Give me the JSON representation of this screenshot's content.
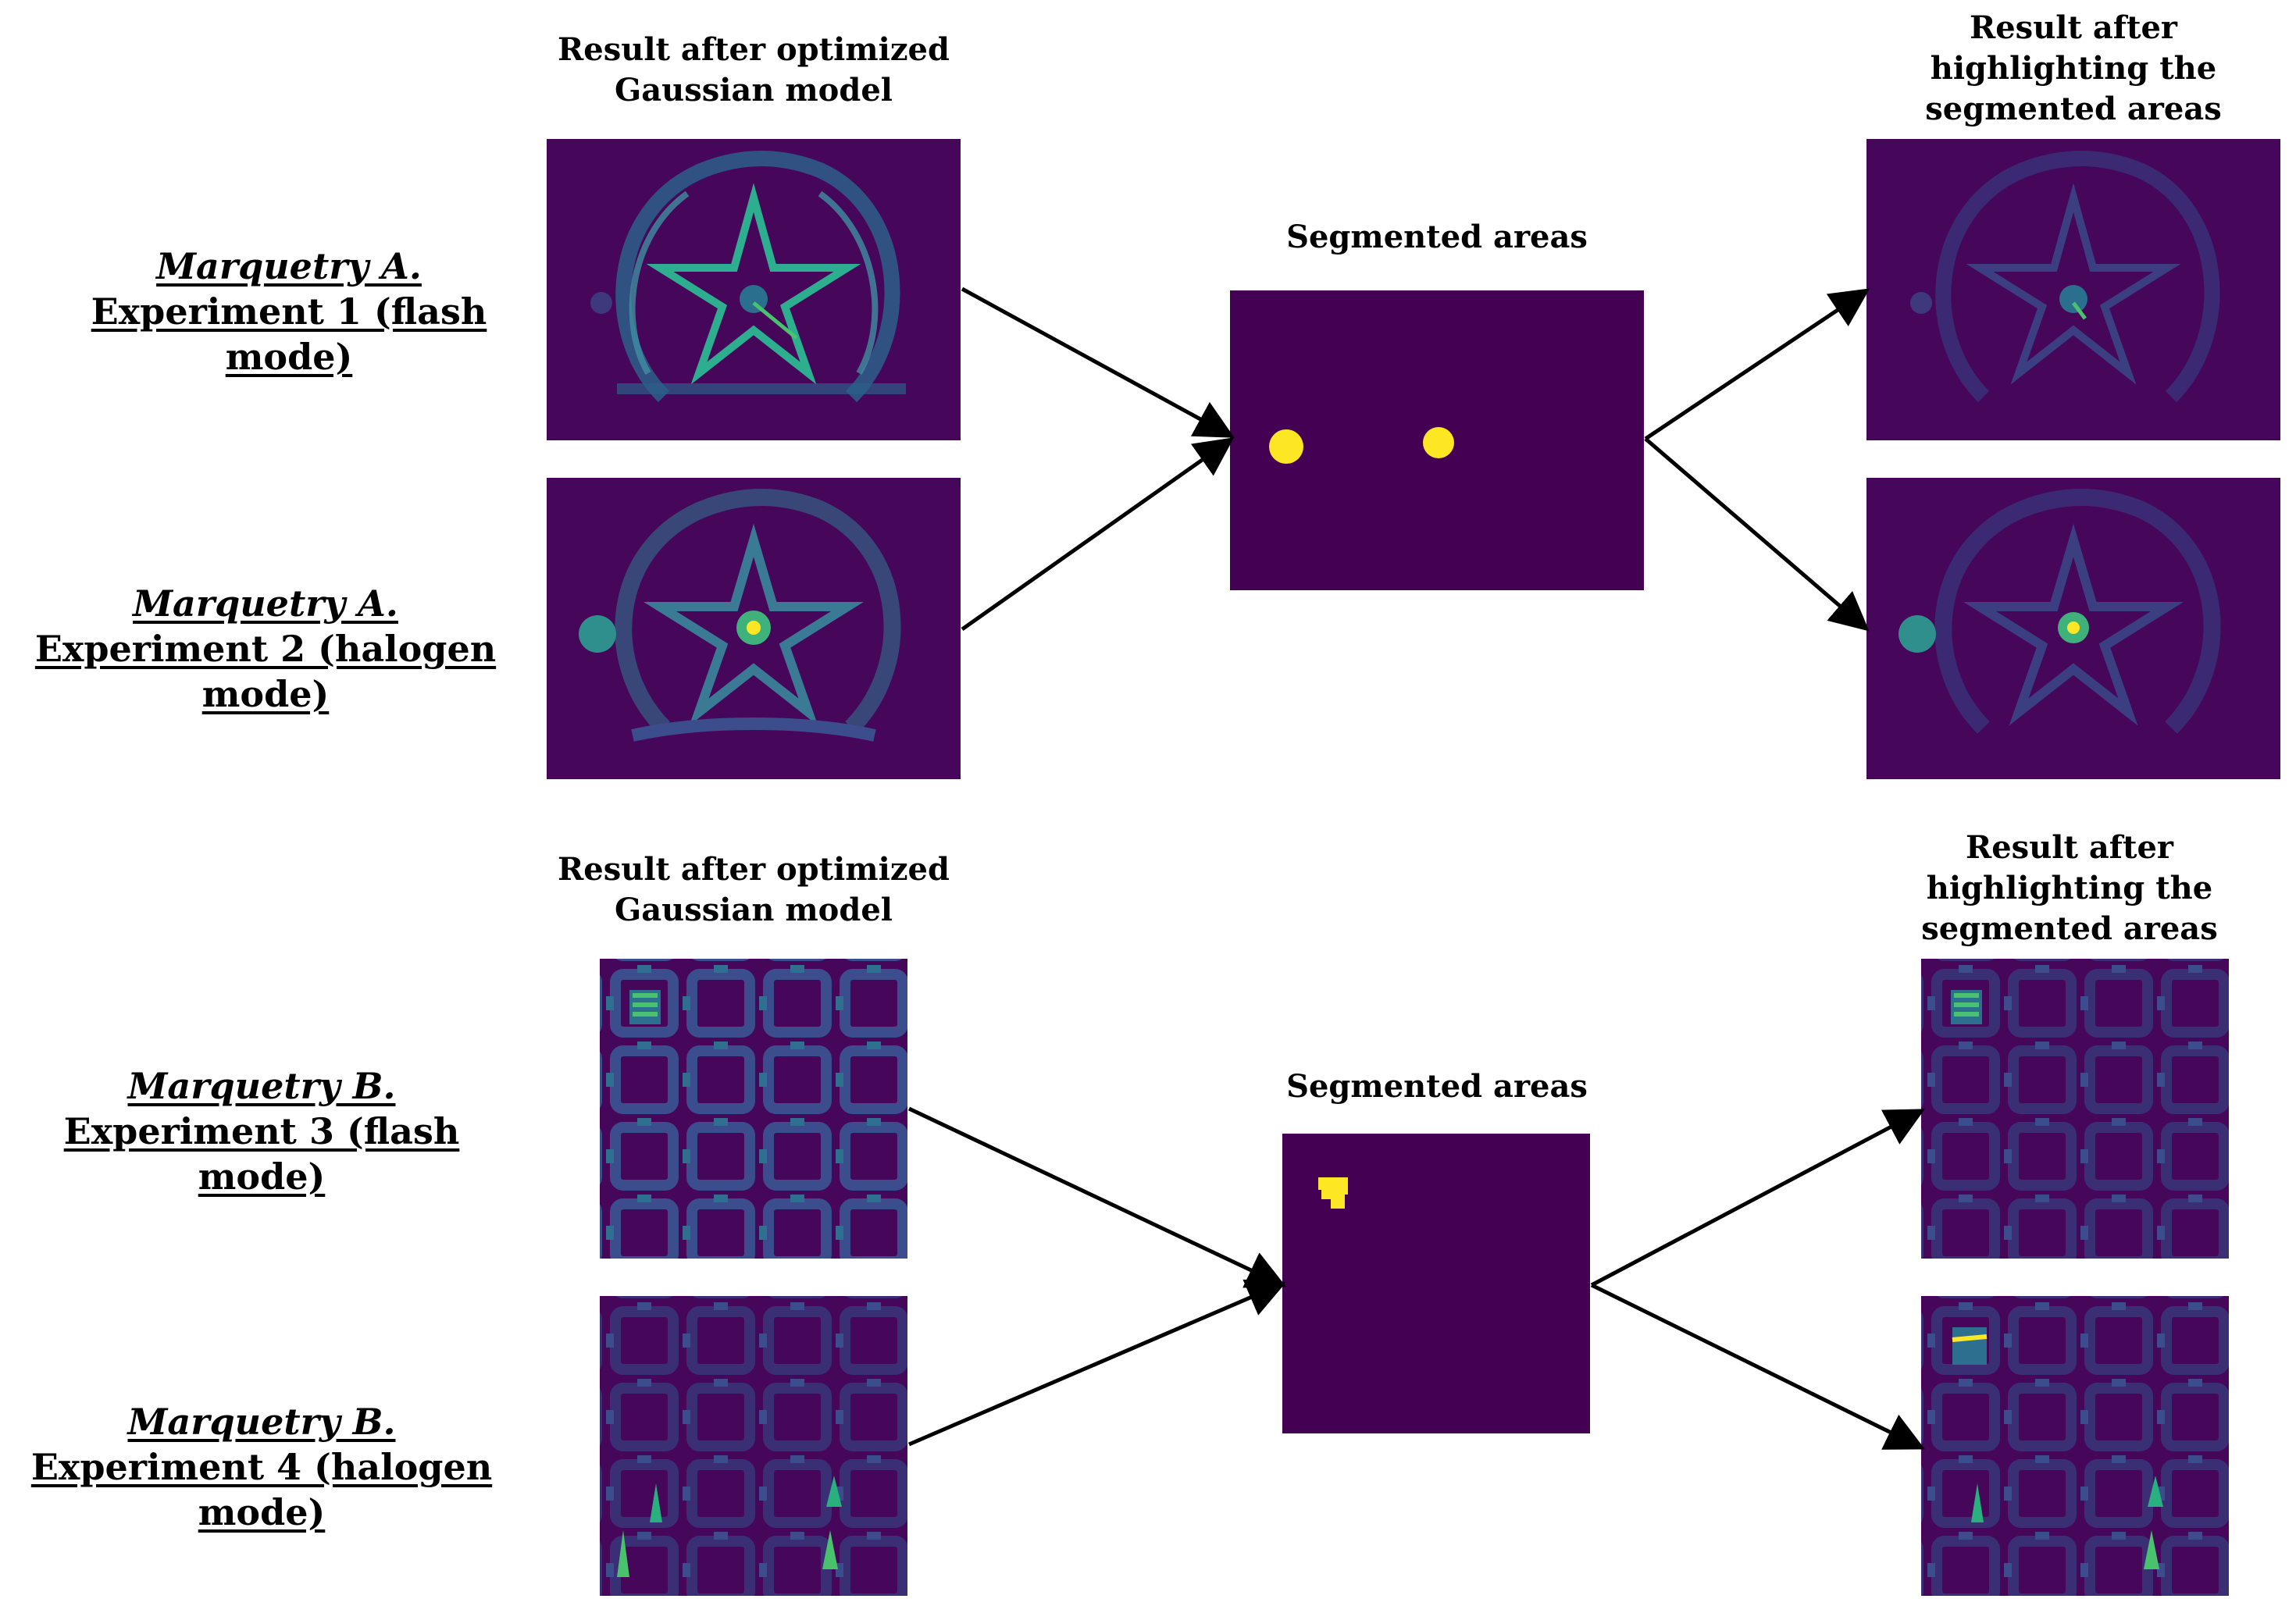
{
  "colors": {
    "background_dark": "#440154",
    "panel_base": "#46075a",
    "feature_mid": "#2c6f8e",
    "feature_bright": "#21a585",
    "highlight_yellow": "#fde725",
    "arrow": "#000000"
  },
  "section_a": {
    "heading_left": "Result after optimized\nGaussian model",
    "heading_center": "Segmented areas",
    "heading_right": "Result after\nhighlighting the\nsegmented areas",
    "experiment_1": {
      "title": "Marquetry A.",
      "detail": "Experiment 1 (flash mode)"
    },
    "experiment_2": {
      "title": "Marquetry A.",
      "detail": "Experiment 2 (halogen mode)"
    }
  },
  "section_b": {
    "heading_left": "Result after optimized\nGaussian model",
    "heading_center": "Segmented areas",
    "heading_right": "Result after\nhighlighting the\nsegmented areas",
    "experiment_3": {
      "title": "Marquetry B.",
      "detail": "Experiment 3 (flash mode)"
    },
    "experiment_4": {
      "title": "Marquetry B.",
      "detail": "Experiment 4 (halogen mode)"
    }
  }
}
